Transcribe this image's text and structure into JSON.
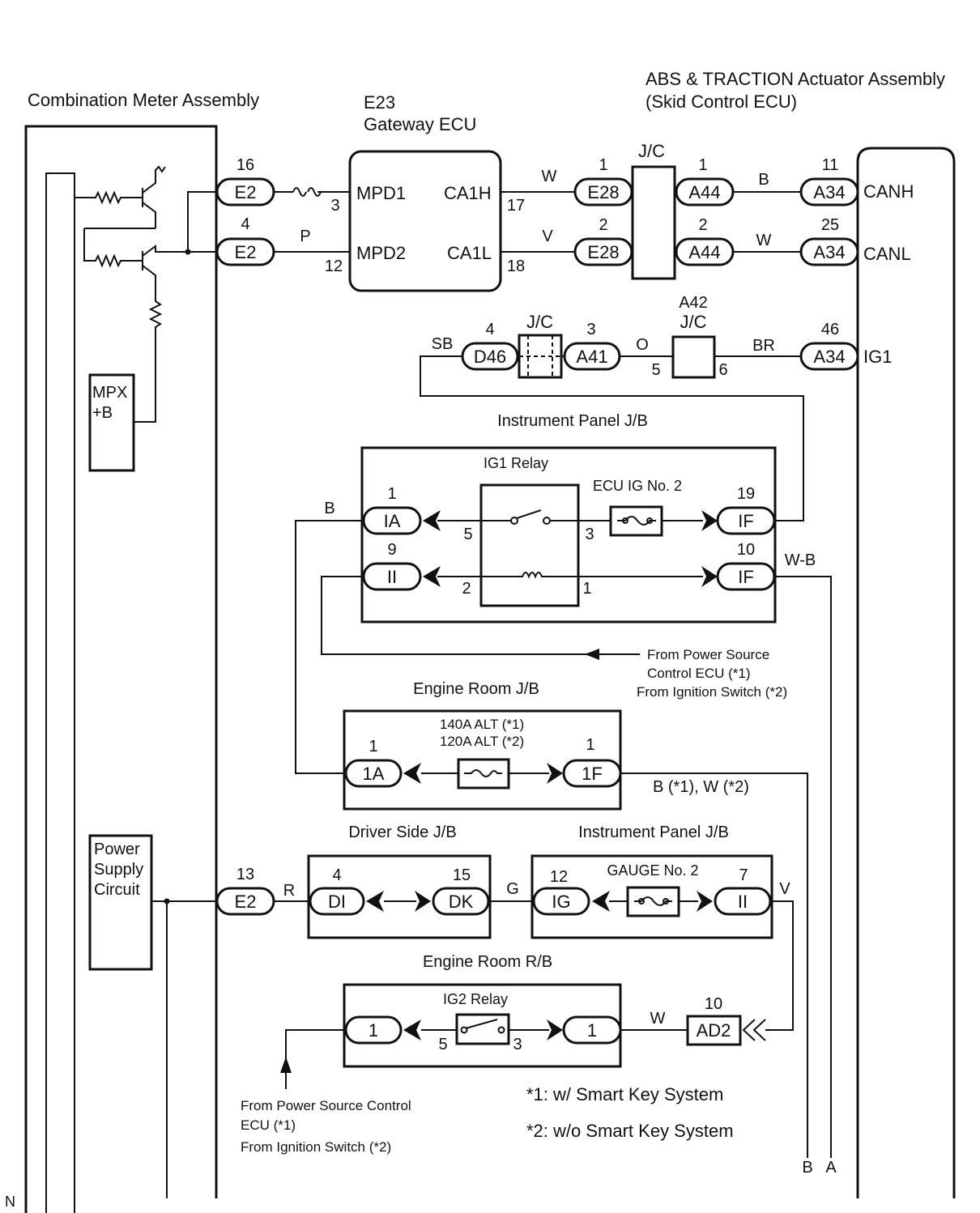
{
  "components": {
    "combination_meter": "Combination Meter Assembly",
    "gateway_ecu_code": "E23",
    "gateway_ecu": "Gateway ECU",
    "abs_title_1": "ABS & TRACTION Actuator Assembly",
    "abs_title_2": "(Skid Control ECU)",
    "mpx_1": "MPX",
    "mpx_2": "+B",
    "power_supply_1": "Power",
    "power_supply_2": "Supply",
    "power_supply_3": "Circuit",
    "instrument_panel_jb": "Instrument Panel J/B",
    "ig1_relay": "IG1 Relay",
    "ecu_ig_no2": "ECU IG No. 2",
    "engine_room_jb": "Engine Room J/B",
    "alt_1": "140A ALT (*1)",
    "alt_2": "120A ALT (*2)",
    "driver_side_jb": "Driver Side J/B",
    "instrument_panel_jb_2": "Instrument Panel J/B",
    "gauge_no2": "GAUGE No. 2",
    "engine_room_rb": "Engine Room R/B",
    "ig2_relay": "IG2 Relay",
    "jc": "J/C",
    "a42": "A42"
  },
  "gateway_pins": {
    "mpd1": "MPD1",
    "mpd2": "MPD2",
    "ca1h": "CA1H",
    "ca1l": "CA1L"
  },
  "abs_pins": {
    "canh": "CANH",
    "canl": "CANL",
    "ig1": "IG1"
  },
  "connectors": {
    "e2": "E2",
    "e28": "E28",
    "a44": "A44",
    "a34": "A34",
    "d46": "D46",
    "a41": "A41",
    "ia": "IA",
    "ii": "II",
    "if": "IF",
    "c1a": "1A",
    "c1f": "1F",
    "di": "DI",
    "dk": "DK",
    "ig": "IG",
    "c1": "1",
    "ad2": "AD2"
  },
  "pin_numbers": {
    "p16": "16",
    "p4": "4",
    "p3": "3",
    "p12": "12",
    "p17": "17",
    "p18": "18",
    "p1": "1",
    "p2": "2",
    "p11": "11",
    "p25": "25",
    "p46": "46",
    "p5": "5",
    "p6": "6",
    "p19": "19",
    "p9": "9",
    "p10": "10",
    "p13": "13",
    "p15": "15",
    "p7": "7"
  },
  "wire_colors": {
    "W": "W",
    "P": "P",
    "B": "B",
    "V": "V",
    "SB": "SB",
    "O": "O",
    "BR": "BR",
    "WB": "W-B",
    "R": "R",
    "G": "G",
    "B_W": "B (*1), W (*2)"
  },
  "notes": {
    "from_psc_1": "From Power Source",
    "from_psc_2": "Control ECU (*1)",
    "from_ig_sw": "From Ignition Switch (*2)",
    "from_psc_bottom_1": "From Power Source Control",
    "from_psc_bottom_2": "ECU (*1)",
    "from_ig_sw_bottom": "From Ignition Switch (*2)",
    "footnote_1": "*1: w/ Smart Key System",
    "footnote_2": "*2: w/o Smart Key System",
    "ref_B": "B",
    "ref_A": "A",
    "corner": "N"
  },
  "colors": {
    "line": "#111111",
    "background": "#ffffff"
  }
}
